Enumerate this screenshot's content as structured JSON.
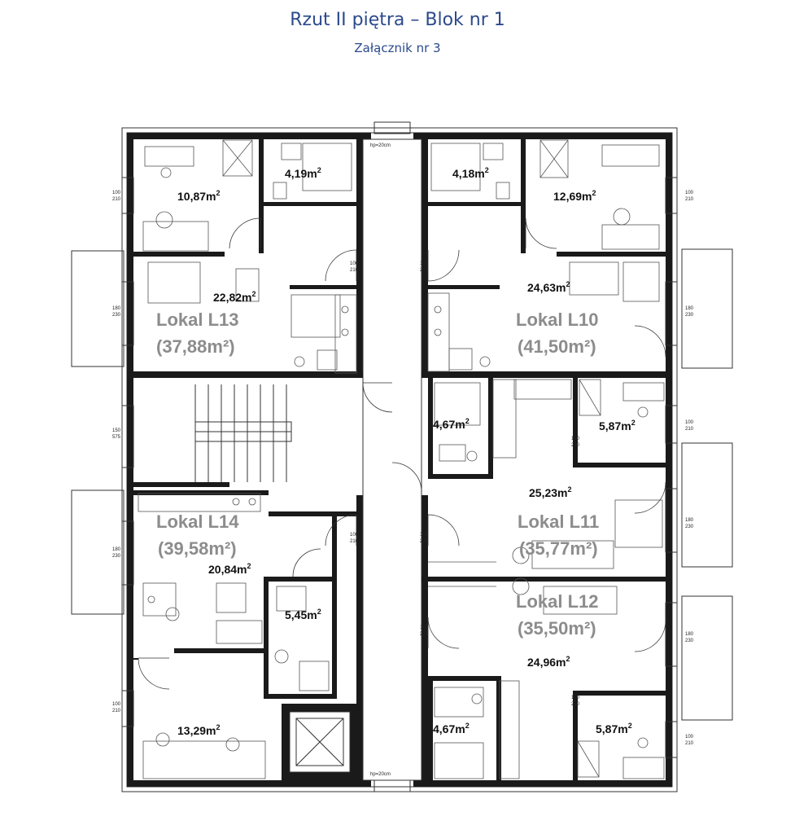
{
  "header": {
    "title": "Rzut II piętra – Blok nr 1",
    "subtitle": "Załącznik nr 3"
  },
  "plan": {
    "corridor_note": "hp=20cm",
    "opening_labels": [
      "100",
      "210",
      "180",
      "230",
      "150",
      "575",
      "hp=20cm"
    ],
    "units": [
      {
        "id": "L13",
        "name": "Lokal L13",
        "total": "(37,88m²)"
      },
      {
        "id": "L10",
        "name": "Lokal L10",
        "total": "(41,50m²)"
      },
      {
        "id": "L14",
        "name": "Lokal L14",
        "total": "(39,58m²)"
      },
      {
        "id": "L11",
        "name": "Lokal L11",
        "total": "(35,77m²)"
      },
      {
        "id": "L12",
        "name": "Lokal L12",
        "total": "(35,50m²)"
      }
    ],
    "rooms": [
      {
        "id": "r1",
        "area": "10,87m",
        "sup": "2"
      },
      {
        "id": "r2",
        "area": "4,19m",
        "sup": "2"
      },
      {
        "id": "r3",
        "area": "4,18m",
        "sup": "2"
      },
      {
        "id": "r4",
        "area": "12,69m",
        "sup": "2"
      },
      {
        "id": "r5",
        "area": "22,82m",
        "sup": "2"
      },
      {
        "id": "r6",
        "area": "24,63m",
        "sup": "2"
      },
      {
        "id": "r7",
        "area": "4,67m",
        "sup": "2"
      },
      {
        "id": "r8",
        "area": "5,87m",
        "sup": "2"
      },
      {
        "id": "r9",
        "area": "25,23m",
        "sup": "2"
      },
      {
        "id": "r10",
        "area": "20,84m",
        "sup": "2"
      },
      {
        "id": "r11",
        "area": "5,45m",
        "sup": "2"
      },
      {
        "id": "r12",
        "area": "24,96m",
        "sup": "2"
      },
      {
        "id": "r13",
        "area": "13,29m",
        "sup": "2"
      },
      {
        "id": "r14",
        "area": "4,67m",
        "sup": "2"
      },
      {
        "id": "r15",
        "area": "5,87m",
        "sup": "2"
      }
    ]
  }
}
